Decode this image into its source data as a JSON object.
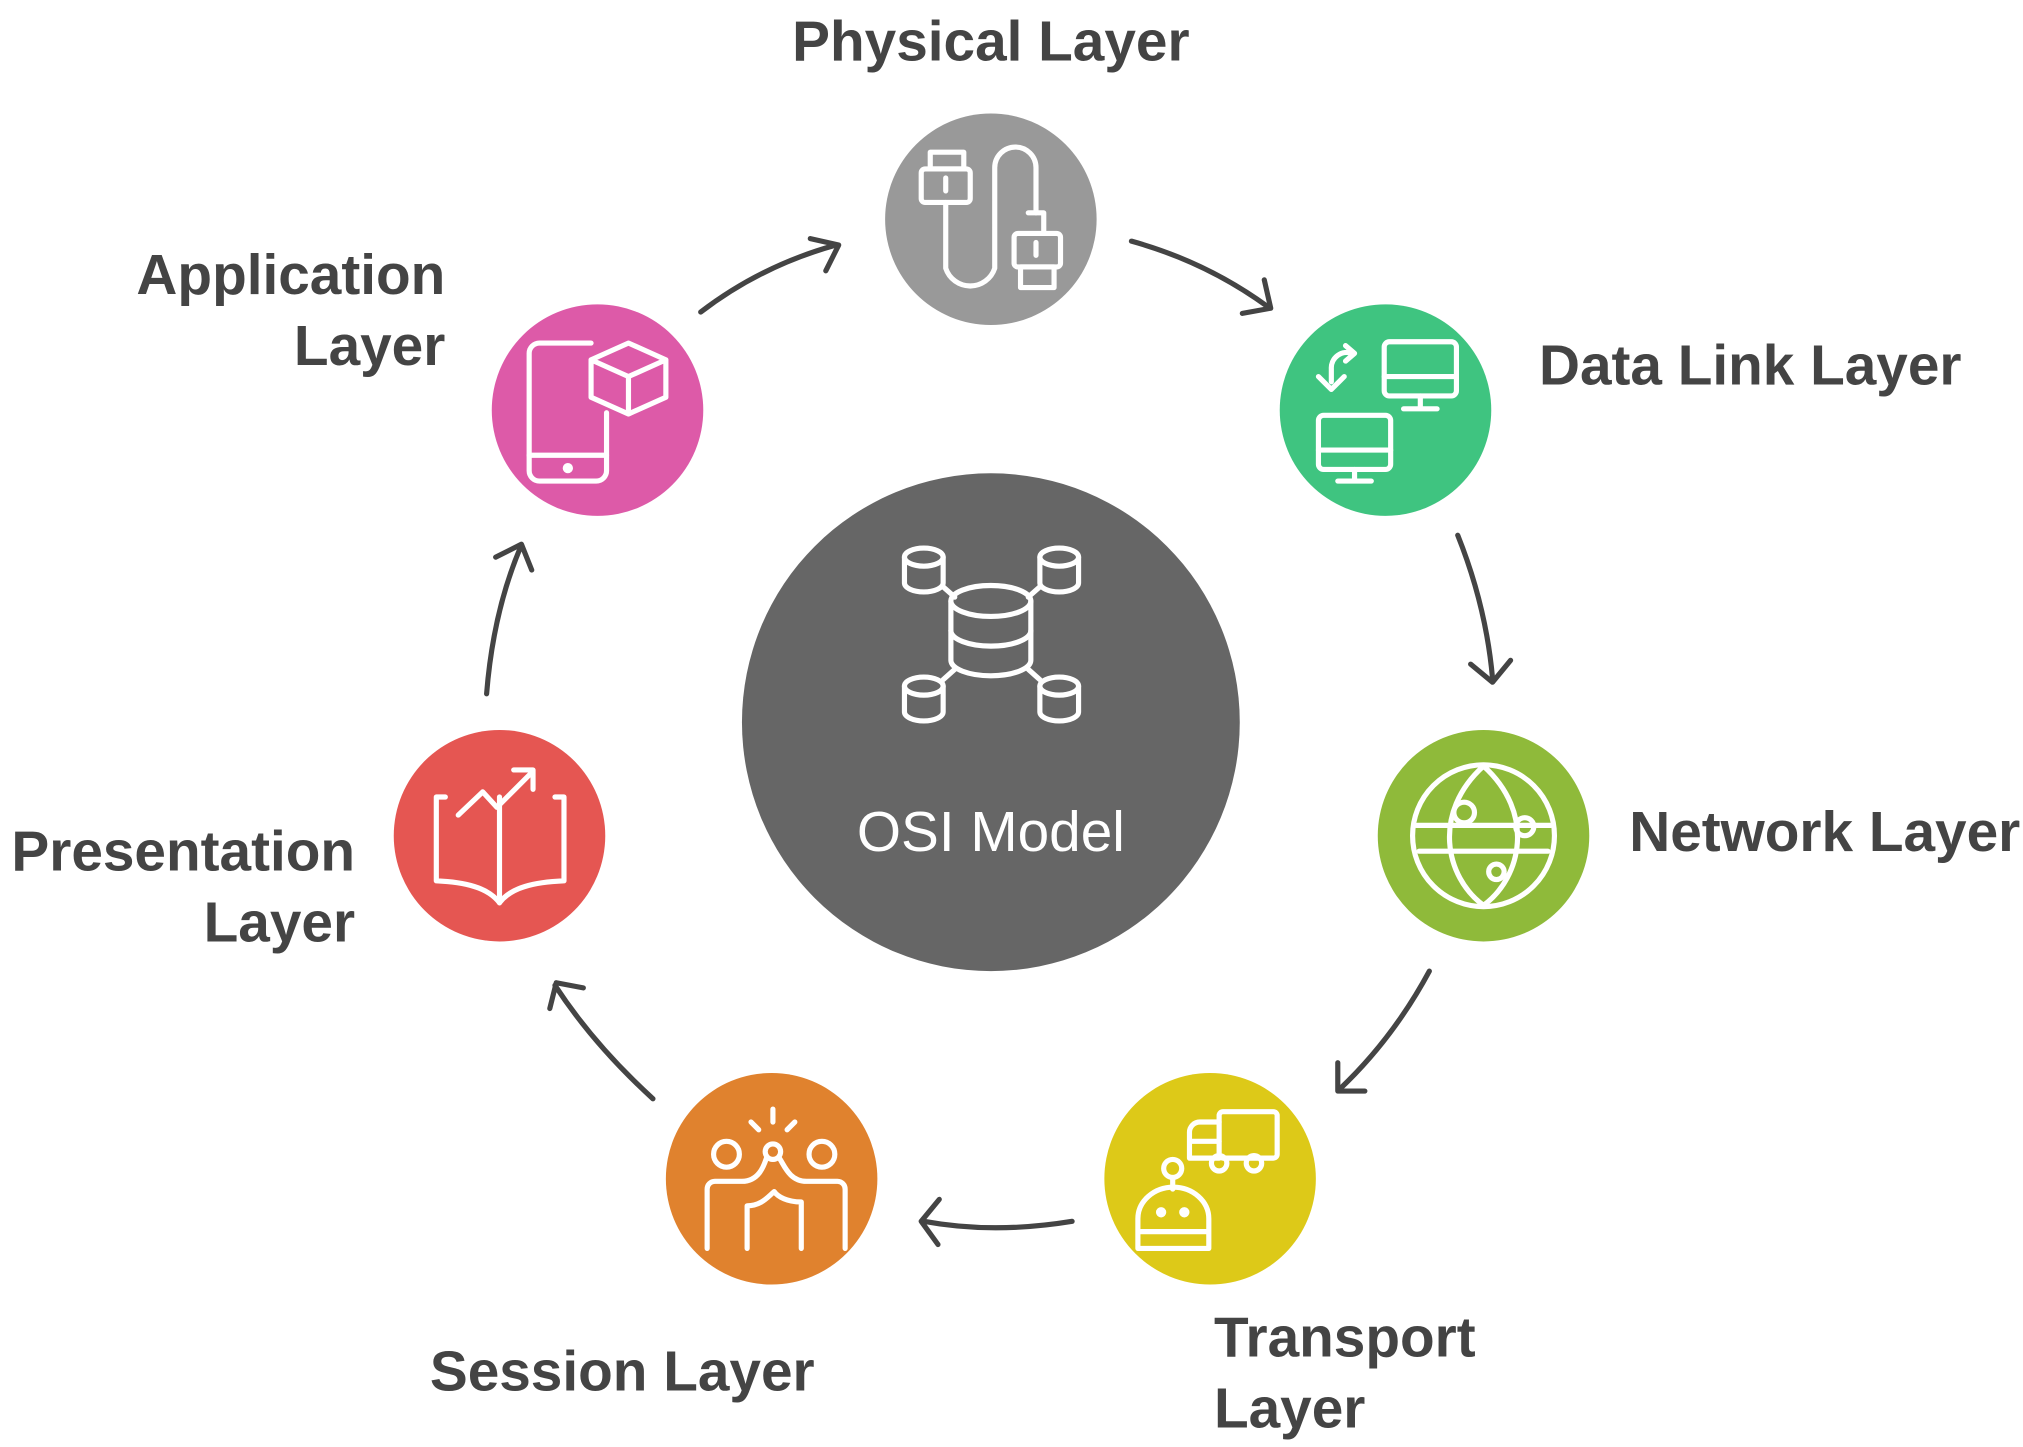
{
  "center": {
    "label": "OSI Model",
    "color": "#666666",
    "icon": "database-network-icon"
  },
  "layers": [
    {
      "id": "physical",
      "lines": [
        "Physical Layer"
      ],
      "color": "#999999",
      "icon": "cable-plug-icon"
    },
    {
      "id": "data-link",
      "lines": [
        "Data Link Layer"
      ],
      "color": "#3fc480",
      "icon": "computers-sync-icon"
    },
    {
      "id": "network",
      "lines": [
        "Network Layer"
      ],
      "color": "#8fba3a",
      "icon": "globe-network-icon"
    },
    {
      "id": "transport",
      "lines": [
        "Transport",
        "Layer"
      ],
      "color": "#ddc918",
      "icon": "robot-truck-icon"
    },
    {
      "id": "session",
      "lines": [
        "Session Layer"
      ],
      "color": "#e0822e",
      "icon": "people-high-five-icon"
    },
    {
      "id": "presentation",
      "lines": [
        "Presentation",
        "Layer"
      ],
      "color": "#e55652",
      "icon": "book-chart-icon"
    },
    {
      "id": "application",
      "lines": [
        "Application",
        "Layer"
      ],
      "color": "#dd5aa8",
      "icon": "phone-box-icon"
    }
  ]
}
